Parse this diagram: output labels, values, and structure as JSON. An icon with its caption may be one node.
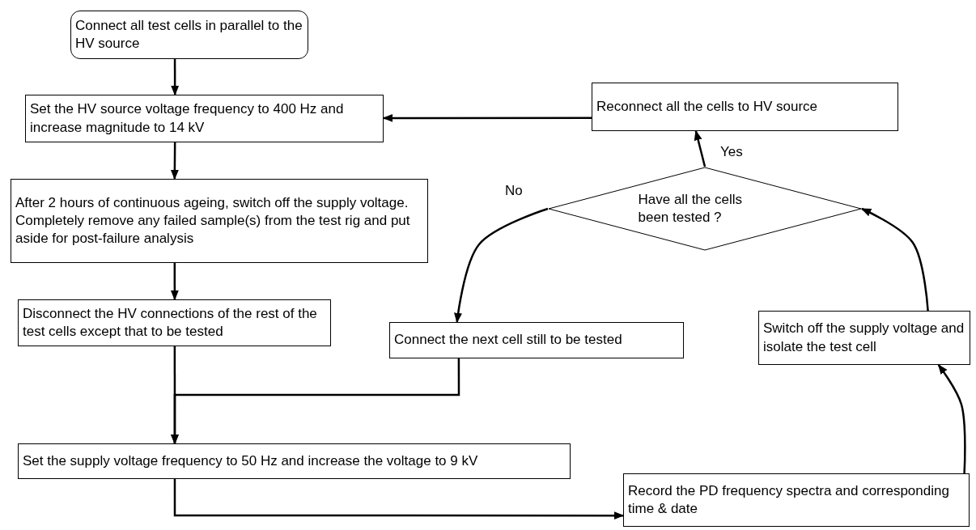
{
  "diagram": {
    "nodes": [
      {
        "text": [
          "Connect all test cells in parallel to the HV source"
        ]
      },
      {
        "text": [
          "Set the HV source voltage frequency to 400 Hz and increase magnitude to 14 kV"
        ]
      },
      {
        "text": [
          "After 2 hours of continuous ageing, switch off the supply voltage. Completely remove any failed sample(s) from the test rig and put aside for post-failure analysis"
        ]
      },
      {
        "text": [
          "Disconnect the HV connections of the rest of the test cells except that to be tested"
        ]
      },
      {
        "text": [
          "Set the supply voltage frequency to 50 Hz and increase the voltage to 9 kV"
        ]
      },
      {
        "text": [
          "Record the PD frequency spectra and corresponding time & date"
        ]
      },
      {
        "text": [
          "Switch off the supply voltage and isolate the test cell"
        ]
      },
      {
        "text": [
          "Have all the cells been tested ?"
        ]
      },
      {
        "text": [
          "Reconnect all the cells to HV source"
        ]
      },
      {
        "text": [
          "Connect the next cell still  to be tested"
        ]
      }
    ],
    "edges": [
      {
        "from": 0,
        "to": 1,
        "arrow": "to"
      },
      {
        "from": 1,
        "to": 2,
        "arrow": "to"
      },
      {
        "from": 2,
        "to": 3,
        "arrow": "to"
      },
      {
        "from": 3,
        "to": 4,
        "arrow": "to"
      },
      {
        "from": 9,
        "to": 4,
        "arrow": "to"
      },
      {
        "from": 4,
        "to": 5,
        "arrow": "to"
      },
      {
        "from": 5,
        "to": 6,
        "arrow": "to"
      },
      {
        "from": 6,
        "to": 7,
        "arrow": "to"
      },
      {
        "from": 7,
        "to": 8,
        "arrow": "to",
        "label": "Yes"
      },
      {
        "from": 7,
        "to": 9,
        "arrow": "to",
        "label": "No"
      },
      {
        "from": 8,
        "to": 1,
        "arrow": "to"
      }
    ]
  }
}
